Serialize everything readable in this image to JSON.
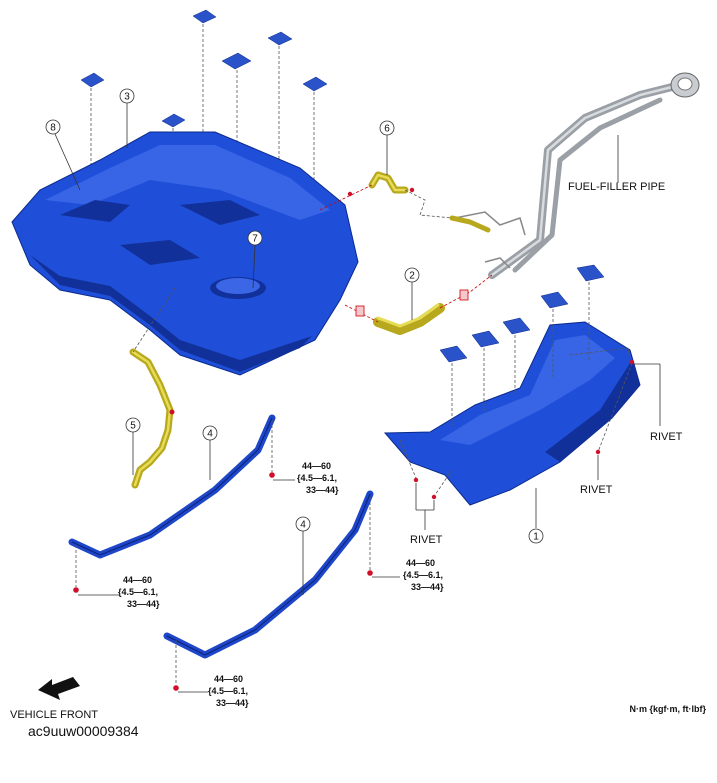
{
  "callouts": {
    "c1": "1",
    "c2": "2",
    "c3": "3",
    "c4a": "4",
    "c4b": "4",
    "c5": "5",
    "c6": "6",
    "c7": "7",
    "c8": "8"
  },
  "labels": {
    "fuel_filler_pipe": "FUEL-FILLER PIPE",
    "rivet_right_upper": "RIVET",
    "rivet_right_lower": "RIVET",
    "rivet_bottom": "RIVET",
    "vehicle_front": "VEHICLE FRONT",
    "units": "N·m {kgf·m, ft·lbf}"
  },
  "torques": {
    "t1": {
      "line1": "44—60",
      "line2": "{4.5—6.1,",
      "line3": "33—44}"
    },
    "t2": {
      "line1": "44—60",
      "line2": "{4.5—6.1,",
      "line3": "33—44}"
    },
    "t3": {
      "line1": "44—60",
      "line2": "{4.5—6.1,",
      "line3": "33—44}"
    },
    "t4": {
      "line1": "44—60",
      "line2": "{4.5—6.1,",
      "line3": "33—44}"
    }
  },
  "caption": "ac9uuw00009384",
  "colors": {
    "tank_blue": "#1f4fd9",
    "bolt_red": "#d0102a",
    "hose_yellow": "#b8a81e",
    "pipe_gray": "#9aa0a6"
  }
}
